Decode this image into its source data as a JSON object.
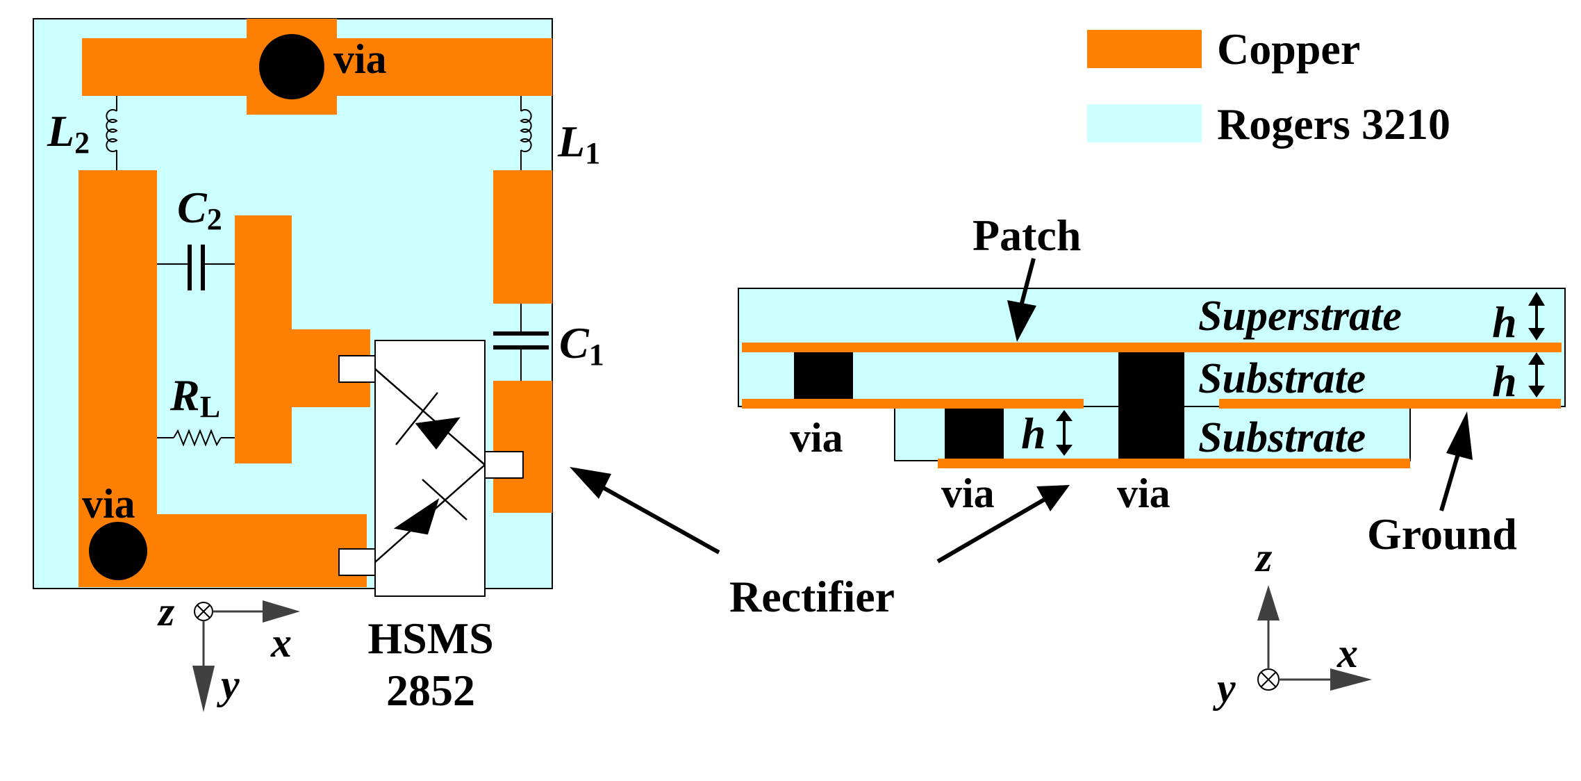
{
  "colors": {
    "copper": "#FF8000",
    "rogers": "#CCFFFF",
    "via": "#000000",
    "line": "#000000",
    "axis_arrow": "#404040"
  },
  "legend": {
    "copper_label": "Copper",
    "rogers_label": "Rogers 3210"
  },
  "circuit_view": {
    "via_top": "via",
    "via_bottom": "via",
    "L2": {
      "main": "L",
      "sub": "2"
    },
    "L1": {
      "main": "L",
      "sub": "1"
    },
    "C2": {
      "main": "C",
      "sub": "2"
    },
    "C1": {
      "main": "C",
      "sub": "1"
    },
    "RL": {
      "main": "R",
      "sub": "L"
    },
    "diode_part_line1": "HSMS",
    "diode_part_line2": "2852",
    "axes": {
      "out": "z",
      "x": "x",
      "y": "y"
    }
  },
  "rectifier_label": "Rectifier",
  "cross_section": {
    "patch_label": "Patch",
    "ground_label": "Ground",
    "superstrate_label": "Superstrate",
    "substrate_label_1": "Substrate",
    "substrate_label_2": "Substrate",
    "h_label": "h",
    "via_labels": [
      "via",
      "via",
      "via"
    ],
    "axes": {
      "z": "z",
      "x": "x",
      "in": "y"
    }
  }
}
